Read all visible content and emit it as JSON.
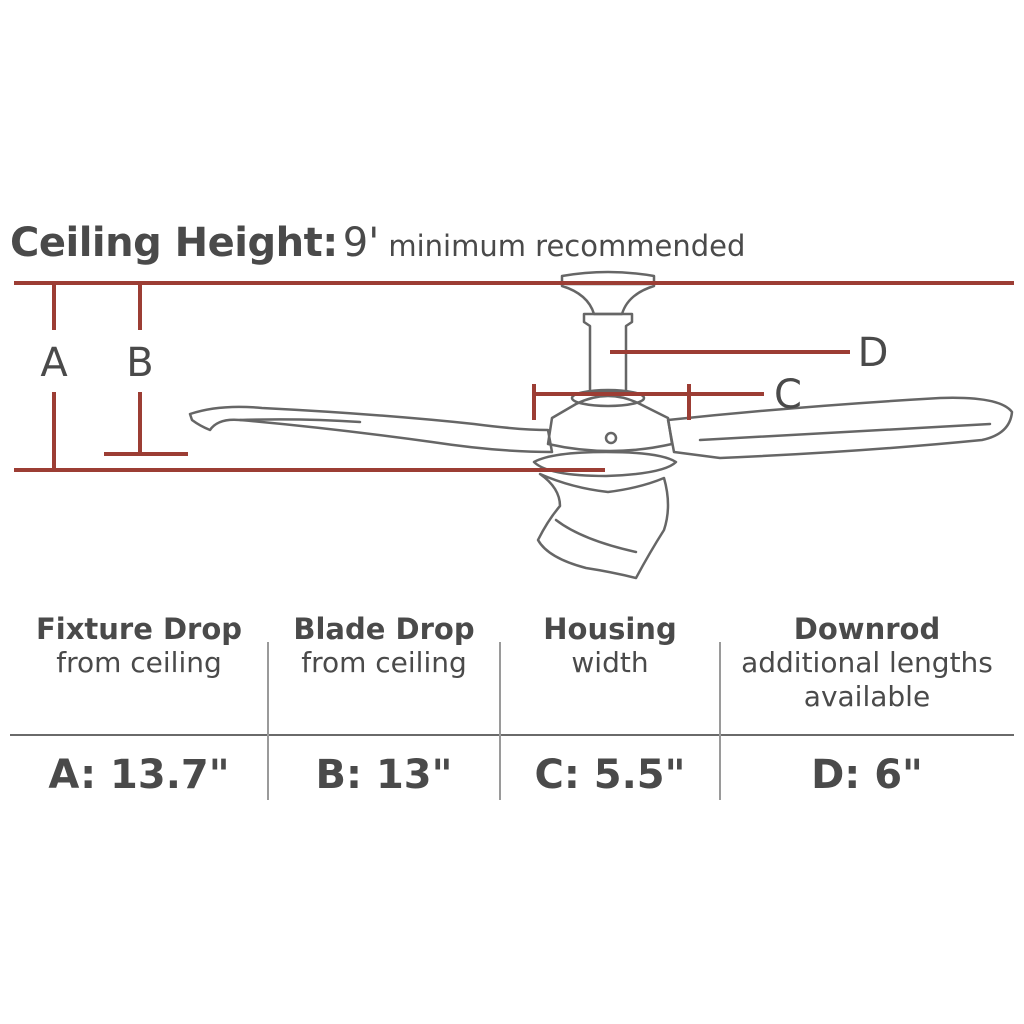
{
  "header": {
    "label": "Ceiling Height:",
    "value": "9'",
    "note": "minimum recommended"
  },
  "markers": {
    "a": "A",
    "b": "B",
    "c": "C",
    "d": "D"
  },
  "colors": {
    "accent": "#9c3d34",
    "text": "#4a4a4a",
    "outline": "#666666"
  },
  "specs": [
    {
      "title": "Fixture Drop",
      "subtitle": [
        "from ceiling"
      ],
      "value": "A: 13.7\""
    },
    {
      "title": "Blade Drop",
      "subtitle": [
        "from ceiling"
      ],
      "value": "B: 13\""
    },
    {
      "title": "Housing",
      "subtitle": [
        "width"
      ],
      "value": "C: 5.5\""
    },
    {
      "title": "Downrod",
      "subtitle": [
        "additional lengths",
        "available"
      ],
      "value": "D: 6\""
    }
  ]
}
